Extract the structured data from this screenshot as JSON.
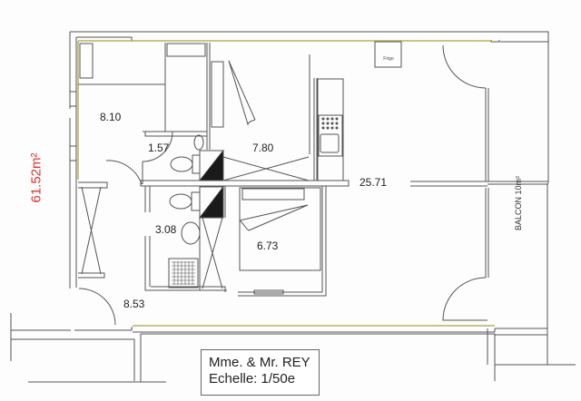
{
  "plan": {
    "total_area": "61.52m²",
    "owner": "Mme. & Mr. REY",
    "scale": "Echelle: 1/50e",
    "balcony_label": "BALCON 10m²",
    "fridge_label": "Frigo",
    "colors": {
      "wall": "#555555",
      "insulation": "#c8c46a",
      "total_area_text": "#e0332b",
      "text": "#222222"
    },
    "rooms": [
      {
        "id": "bedroom-1",
        "area": "8.10"
      },
      {
        "id": "wc-1",
        "area": "1.57"
      },
      {
        "id": "bedroom-2",
        "area": "7.80"
      },
      {
        "id": "living-kitchen",
        "area": "25.71"
      },
      {
        "id": "bathroom",
        "area": "3.08"
      },
      {
        "id": "bedroom-3",
        "area": "6.73"
      },
      {
        "id": "entrance-hall",
        "area": "8.53"
      }
    ]
  }
}
